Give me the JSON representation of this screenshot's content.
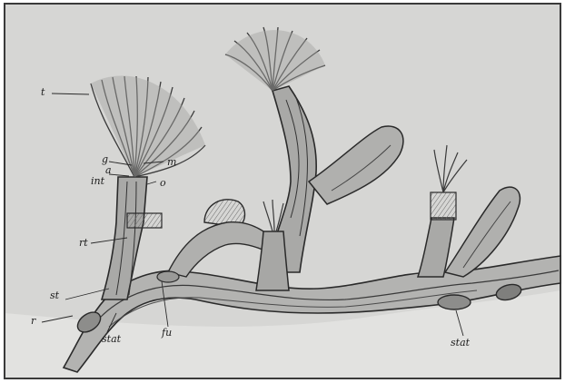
{
  "labels": {
    "t": "t",
    "g": "g",
    "a": "a",
    "int": "int",
    "m": "m",
    "o": "o",
    "rt": "rt",
    "st": "st",
    "r": "r",
    "stat_left": "stat",
    "fu": "fu",
    "stat_right": "stat"
  },
  "colors": {
    "paper": "#d7d7d5",
    "ink": "#2a2a2a",
    "tissue": "#9a9a98",
    "frame": "#3a3a3a"
  }
}
